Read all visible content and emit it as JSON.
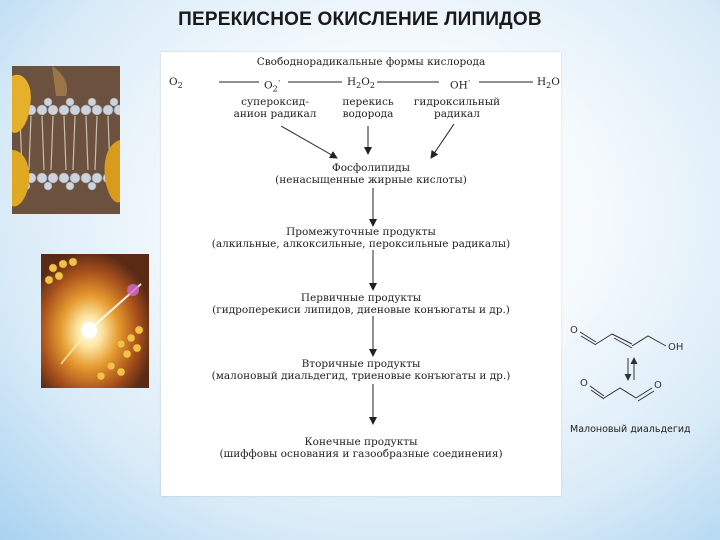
{
  "title": "ПЕРЕКИСНОЕ ОКИСЛЕНИЕ ЛИПИДОВ",
  "colors": {
    "panel": "#ffffff",
    "arrow": "#222222",
    "membrane_bg": "#6b4e3c",
    "membrane_protein": "#e6b12a",
    "fire_bg": "#c07a1e"
  },
  "diagram": {
    "header": "Свободнорадикальные формы кислорода",
    "species": [
      {
        "formula_main": "O",
        "formula_sub": "2",
        "formula_sup": ""
      },
      {
        "formula_main": "O",
        "formula_sub": "2",
        "formula_sup": "·"
      },
      {
        "formula_main": "H",
        "formula_sub": "2",
        "formula_main2": "O",
        "formula_sub2": "2"
      },
      {
        "formula_main": "OH",
        "formula_sub": "",
        "formula_sup": "·"
      },
      {
        "formula_main": "H",
        "formula_sub": "2",
        "formula_main2": "O",
        "formula_sub2": ""
      }
    ],
    "species_labels": [
      {
        "line1": "супероксид-",
        "line2": "анион радикал"
      },
      {
        "line1": "перекись",
        "line2": "водорода"
      },
      {
        "line1": "гидроксильный",
        "line2": "радикал"
      }
    ],
    "stages": [
      {
        "line1": "Фосфолипиды",
        "line2": "(ненасыщенные жирные кислоты)"
      },
      {
        "line1": "Промежуточные продукты",
        "line2": "(алкильные, алкоксильные, пероксильные радикалы)"
      },
      {
        "line1": "Первичные продукты",
        "line2": "(гидроперекиси липидов, диеновые конъюгаты и др.)"
      },
      {
        "line1": "Вторичные продукты",
        "line2": "(малоновый диальдегид, триеновые конъюгаты и др.)"
      },
      {
        "line1": "Конечные продукты",
        "line2": "(шиффовы основания и газообразные соединения)"
      }
    ]
  },
  "structure": {
    "oh_label": "OH",
    "o_label_top": "O",
    "o_label_bottom_left": "O",
    "o_label_bottom_right": "O",
    "caption": "Малоновый диальдегид"
  }
}
